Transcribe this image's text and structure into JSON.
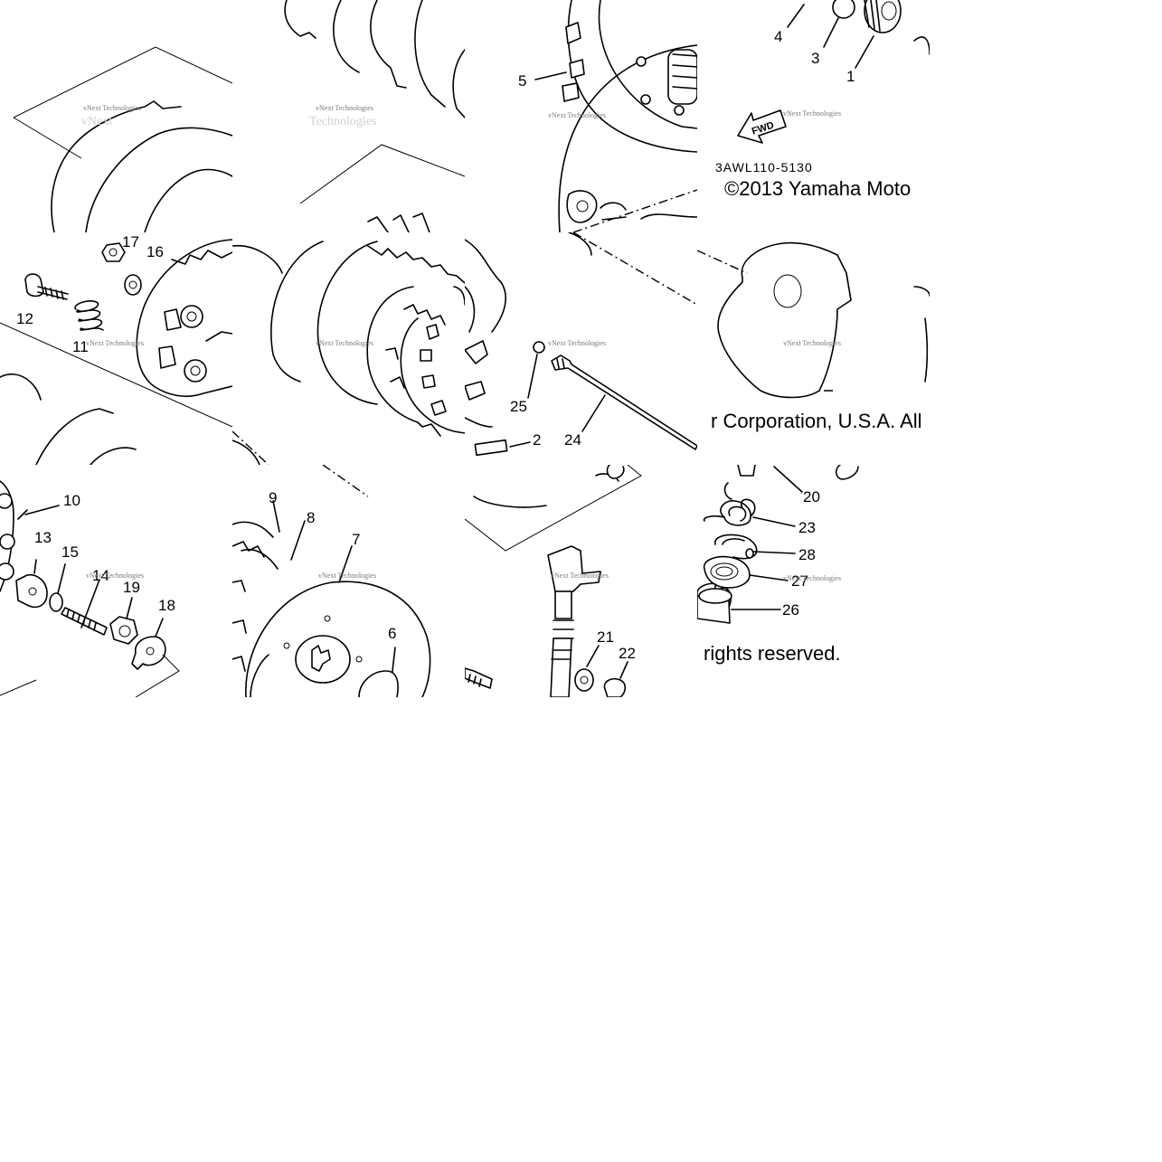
{
  "diagram": {
    "drawing_code": "3AWL110-5130",
    "copyright_part1": "©2013 Yamaha Moto",
    "copyright_part2": "r Corporation, U.S.A. All",
    "copyright_part3": "rights reserved.",
    "watermark": "vNext Technologies",
    "fwd_label": "FWD",
    "callouts": [
      "1",
      "2",
      "3",
      "4",
      "5",
      "6",
      "7",
      "8",
      "9",
      "10",
      "11",
      "12",
      "13",
      "14",
      "15",
      "16",
      "17",
      "18",
      "19",
      "20",
      "21",
      "22",
      "23",
      "24",
      "25",
      "26",
      "27",
      "28"
    ]
  }
}
